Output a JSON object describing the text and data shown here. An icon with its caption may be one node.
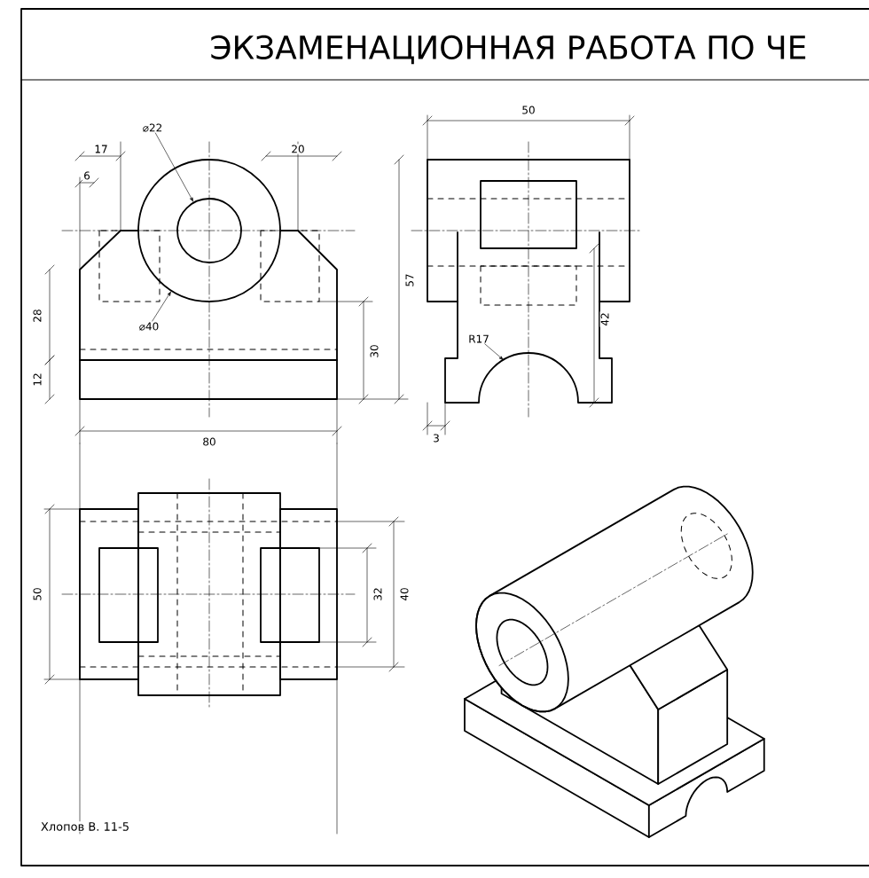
{
  "diagram": {
    "title": "ЭКЗАМЕНАЦИОННАЯ РАБОТА ПО ЧЕ",
    "nodes": [
      {
        "text": [
          "⌀22"
        ]
      },
      {
        "text": [
          "⌀40"
        ]
      },
      {
        "text": [
          "R17"
        ]
      },
      {
        "text": [],
        "shape": "circle"
      },
      {
        "text": [],
        "shape": "circle",
        "in": 3
      }
    ],
    "edges": [
      {
        "from": 0,
        "to": 4,
        "arrow": "to"
      },
      {
        "from": 1,
        "to": 3,
        "arrow": "to"
      },
      {
        "from": 2,
        "to": null,
        "arrow": "to"
      }
    ],
    "labels": [
      "17",
      "20",
      "50",
      "6",
      "28",
      "57",
      "30",
      "42",
      "12",
      "3",
      "80",
      "50",
      "32",
      "40",
      "Хлопов В. 11-5"
    ]
  }
}
